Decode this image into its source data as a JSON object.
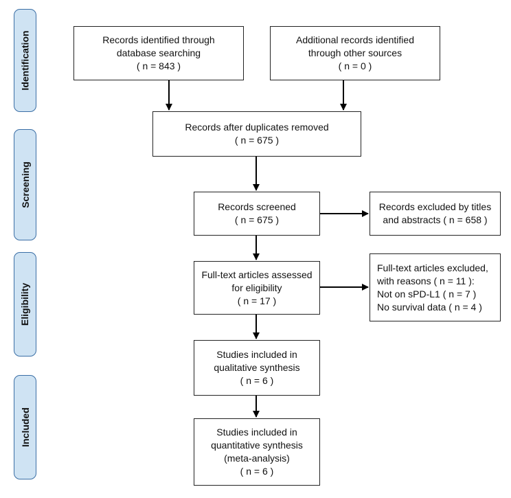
{
  "stages": {
    "identification": "Identification",
    "screening": "Screening",
    "eligibility": "Eligibility",
    "included": "Included"
  },
  "boxes": {
    "database": [
      "Records identified through",
      "database searching",
      "( n =  843 )"
    ],
    "other_sources": [
      "Additional records identified",
      "through other sources",
      "( n =  0 )"
    ],
    "duplicates_removed": [
      "Records after duplicates removed",
      "( n =  675 )"
    ],
    "screened": [
      "Records screened",
      "( n =  675 )"
    ],
    "excluded_titles": [
      "Records excluded by titles",
      "and abstracts ( n =  658 )"
    ],
    "fulltext_assessed": [
      "Full-text articles assessed",
      "for eligibility",
      "( n =  17 )"
    ],
    "fulltext_excluded": [
      "Full-text articles excluded,",
      "with reasons ( n =  11 ):",
      "Not on sPD-L1 ( n = 7 )",
      "No survival data ( n = 4 )"
    ],
    "qualitative": [
      "Studies included in",
      "qualitative synthesis",
      "( n =  6 )"
    ],
    "quantitative": [
      "Studies included in",
      "quantitative synthesis",
      "(meta-analysis)",
      "( n =  6 )"
    ]
  }
}
